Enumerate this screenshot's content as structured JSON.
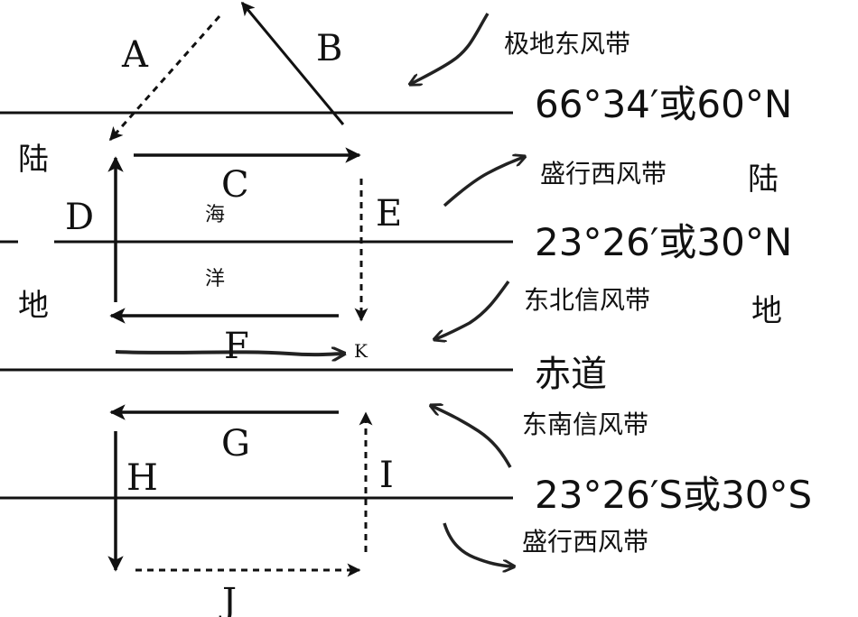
{
  "latitudes": {
    "lat_66": "66°34′或60°N",
    "lat_23n": "23°26′或30°N",
    "equator": "赤道",
    "lat_23s": "23°26′S或30°S"
  },
  "wind_belts": {
    "polar_easterlies": "极地东风带",
    "westerlies_north": "盛行西风带",
    "ne_trades": "东北信风带",
    "se_trades": "东南信风带",
    "westerlies_south": "盛行西风带"
  },
  "land_labels": {
    "left_top": "陆",
    "left_bottom": "地",
    "right_top": "陆",
    "right_bottom": "地"
  },
  "ocean_labels": {
    "top": "海",
    "bottom": "洋"
  },
  "current_letters": {
    "A": "A",
    "B": "B",
    "C": "C",
    "D": "D",
    "E": "E",
    "F": "F",
    "G": "G",
    "H": "H",
    "I": "I",
    "J": "J",
    "K": "K"
  }
}
